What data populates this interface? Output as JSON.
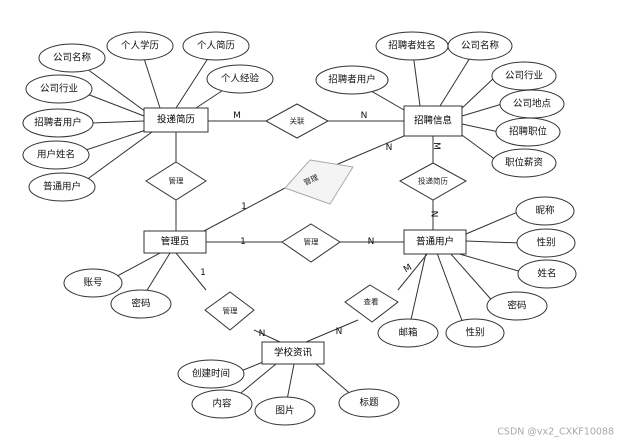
{
  "entities": {
    "resume": "投递简历",
    "recruit": "招聘信息",
    "admin": "管理员",
    "user": "普通用户",
    "news": "学校资讯"
  },
  "relationships": {
    "link": "关联",
    "manage_resume": "管理",
    "manage_recruit": "管理",
    "deliver": "投递简历",
    "manage_user": "管理",
    "manage_news": "管理",
    "view": "查看"
  },
  "attributes": {
    "resume": [
      "个人学历",
      "个人简历",
      "公司名称",
      "个人经验",
      "公司行业",
      "招聘者用户",
      "用户姓名",
      "普通用户"
    ],
    "recruit": [
      "招聘者姓名",
      "公司名称",
      "招聘者用户",
      "公司行业",
      "公司地点",
      "招聘职位",
      "职位薪资"
    ],
    "admin": [
      "账号",
      "密码"
    ],
    "user": [
      "昵称",
      "性别",
      "姓名",
      "密码",
      "邮箱",
      "性别"
    ],
    "news": [
      "创建时间",
      "内容",
      "图片",
      "标题"
    ]
  },
  "cardinalities": {
    "resume_link": "M",
    "link_recruit": "N",
    "recruit_manage": "N",
    "manage_admin": "1",
    "recruit_deliver": "M",
    "deliver_user": "N",
    "admin_manage_user": "1",
    "manage_user_n": "N",
    "admin_manage_news": "1",
    "manage_news_n": "N",
    "news_view": "N",
    "view_user": "M"
  },
  "watermark": "CSDN @vx2_CXKF10088"
}
